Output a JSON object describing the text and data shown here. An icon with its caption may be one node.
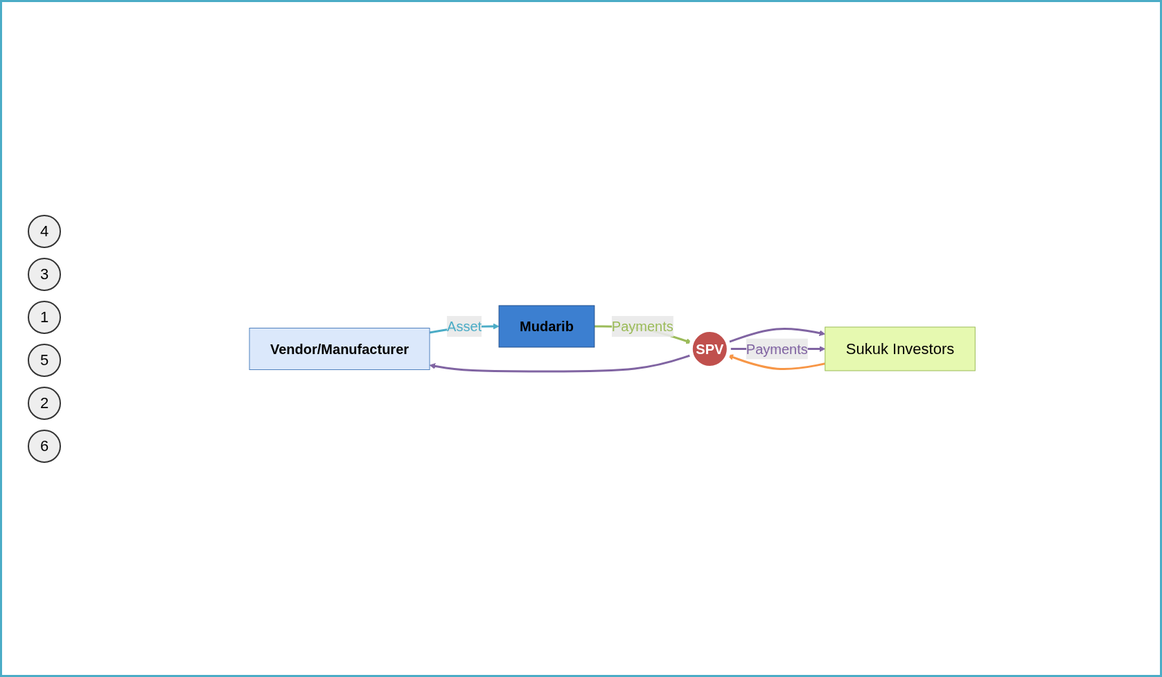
{
  "diagram": {
    "nodes": [
      {
        "text": [
          "Vendor/Manufacturer"
        ]
      },
      {
        "text": [
          "Sukuk Investors"
        ]
      },
      {
        "text": [
          "SPV"
        ]
      },
      {
        "text": [
          "Mudarib"
        ]
      }
    ],
    "edges": [
      {
        "from": 2,
        "to": 1,
        "arrow": "to",
        "color": "#8064a2"
      },
      {
        "from": 1,
        "to": 2,
        "arrow": "to",
        "color": "#f79646"
      },
      {
        "from": 2,
        "to": 0,
        "arrow": "to",
        "color": "#8064a2"
      },
      {
        "from": 0,
        "to": 3,
        "arrow": "to",
        "label": "Asset",
        "color": "#4bacc6"
      },
      {
        "from": 3,
        "to": 2,
        "arrow": "to",
        "label": "Payments",
        "color": "#9bbb59"
      },
      {
        "from": 2,
        "to": 1,
        "arrow": "to",
        "label": "Payments",
        "color": "#8064a2"
      }
    ],
    "labels": [
      "4",
      "3",
      "1",
      "5",
      "2",
      "6"
    ]
  }
}
